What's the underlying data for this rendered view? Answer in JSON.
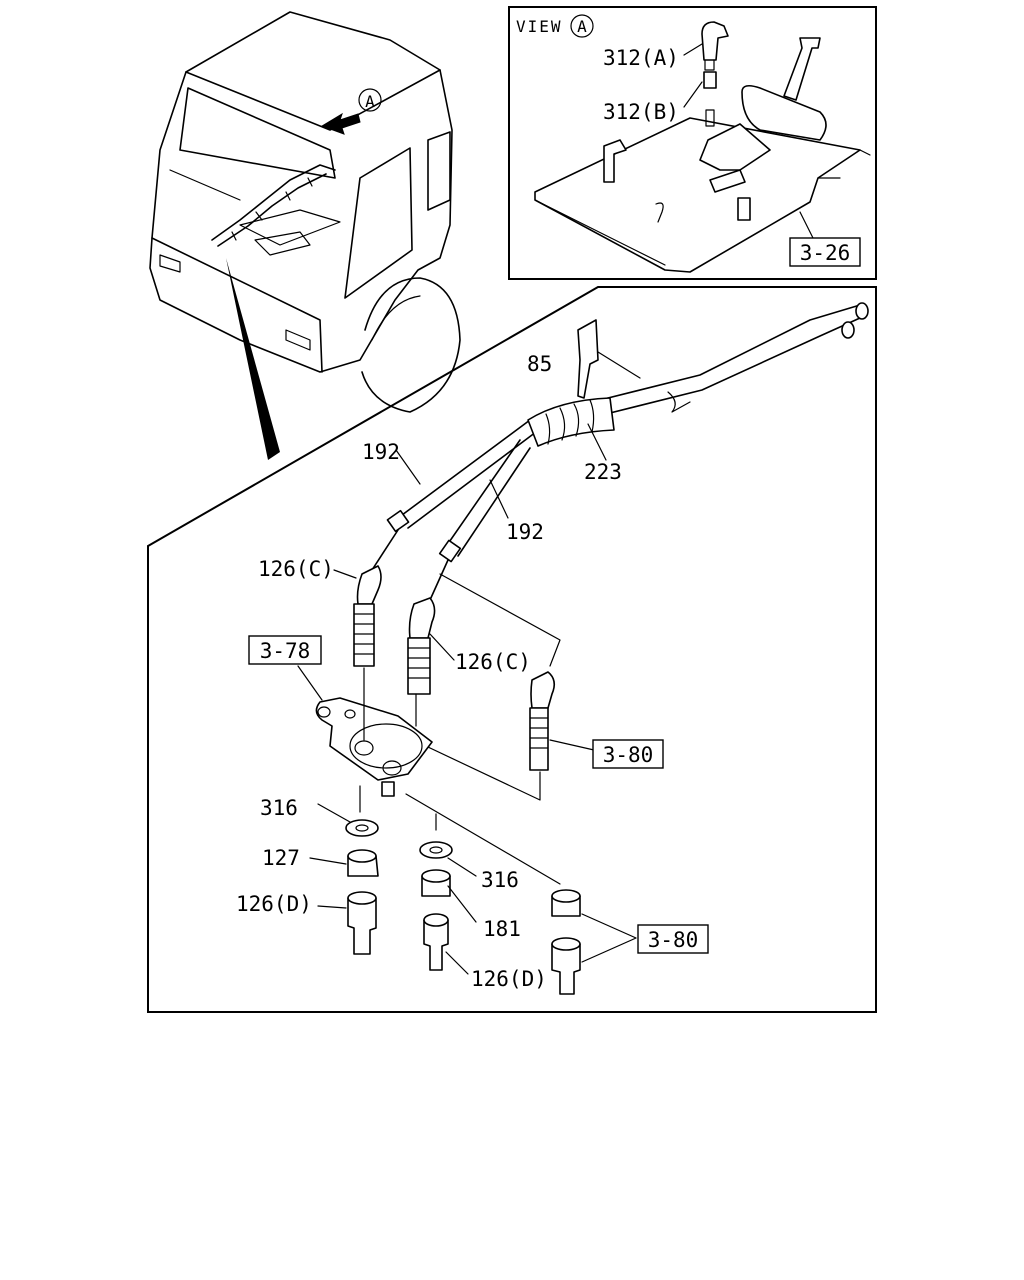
{
  "view_box": {
    "label": "VIEW",
    "circle_letter": "A"
  },
  "cab_view_letter": "A",
  "labels": {
    "l312a": "312(A)",
    "l312b": "312(B)",
    "ref_3_26": "3-26",
    "l85": "85",
    "l192_top": "192",
    "l192_mid": "192",
    "l223": "223",
    "l126c_left": "126(C)",
    "l126c_right": "126(C)",
    "ref_3_78": "3-78",
    "ref_3_80_top": "3-80",
    "l316_left": "316",
    "l127": "127",
    "l126d_left": "126(D)",
    "l316_right": "316",
    "l181": "181",
    "ref_3_80_bottom": "3-80",
    "l126d_right": "126(D)"
  }
}
